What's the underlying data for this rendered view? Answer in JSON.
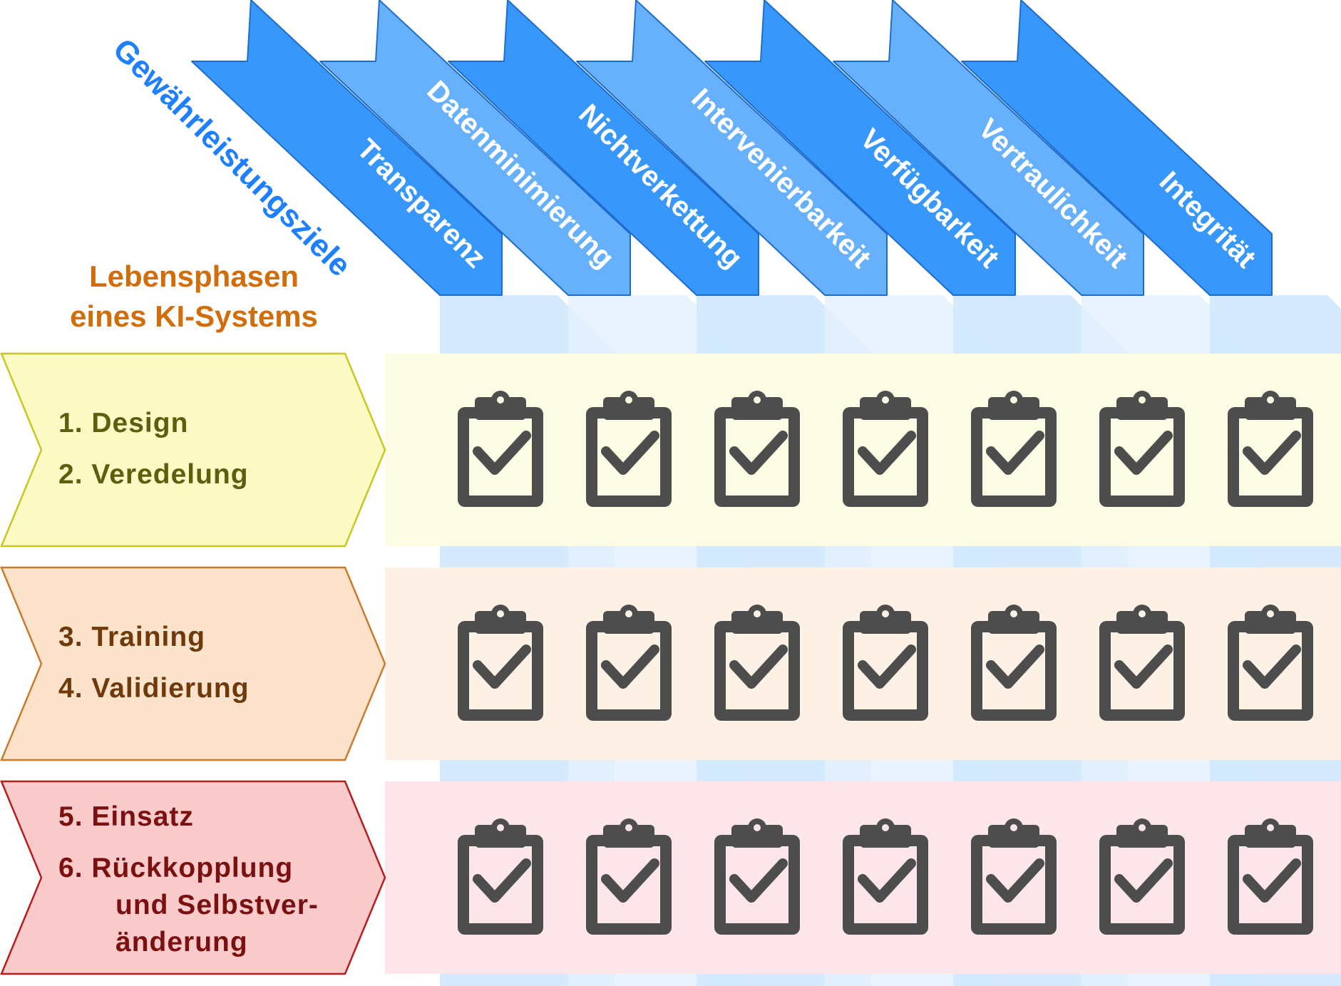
{
  "goals_heading": "Gewährleistungsziele",
  "phases_heading": {
    "line1": "Lebensphasen",
    "line2": "eines KI-Systems"
  },
  "goals": [
    {
      "label": "Transparenz",
      "tone": "dark"
    },
    {
      "label": "Datenminimierung",
      "tone": "light"
    },
    {
      "label": "Nichtverkettung",
      "tone": "dark"
    },
    {
      "label": "Intervenierbarkeit",
      "tone": "light"
    },
    {
      "label": "Verfügbarkeit",
      "tone": "dark"
    },
    {
      "label": "Vertraulichkeit",
      "tone": "light"
    },
    {
      "label": "Integrität",
      "tone": "dark"
    }
  ],
  "phases": [
    {
      "lines": [
        "1. Design",
        "2. Veredelung"
      ],
      "fill": "#fcfbc6",
      "stroke": "#c9c620",
      "text_color": "#5f5d0e",
      "band": "#fdfde6",
      "icon": "clipboard-check-icon"
    },
    {
      "lines": [
        "3. Training",
        "4. Validierung"
      ],
      "fill": "#fde3cb",
      "stroke": "#cc7a2a",
      "text_color": "#6e3a0c",
      "band": "#fdf1e6",
      "icon": "clipboard-check-icon"
    },
    {
      "lines": [
        "5. Einsatz",
        "6. Rückkopplung",
        "und Selbstver-",
        "änderung"
      ],
      "fill": "#fbcaca",
      "stroke": "#b81c1c",
      "text_color": "#7a1010",
      "band": "#fde6ea",
      "icon": "clipboard-check-icon"
    }
  ],
  "colors": {
    "goals_heading": "#1f80ff",
    "phases_heading": "#d16e0b",
    "arrow_dark": "#3797fb",
    "arrow_light": "#67b1fc",
    "arrow_stroke": "#1e6ccc",
    "column_dark": "#cfe6fd",
    "column_light": "#e4f1fe",
    "icon": "#4d4d4d"
  }
}
